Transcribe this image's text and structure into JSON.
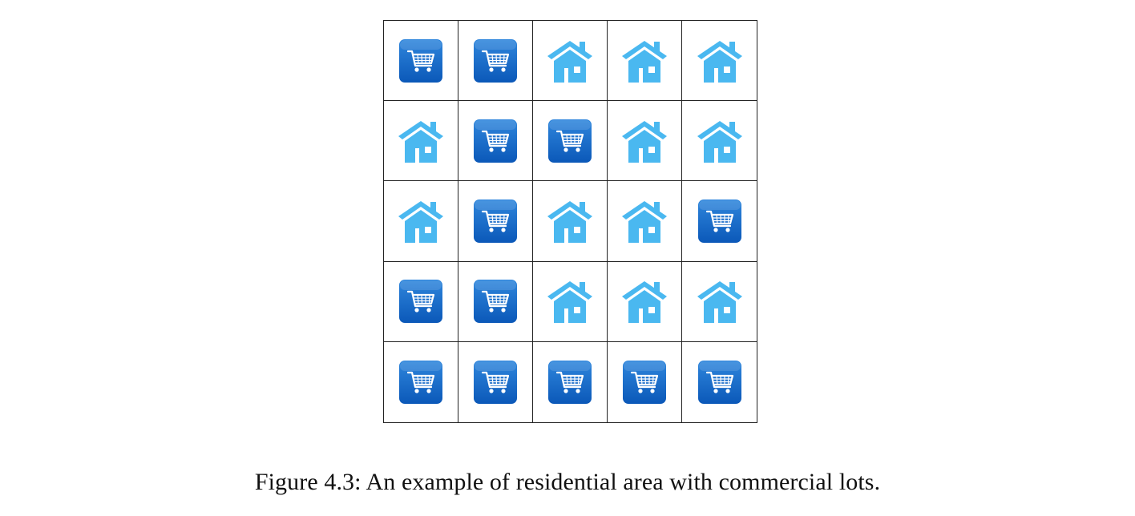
{
  "grid": {
    "rows": [
      [
        "commercial",
        "commercial",
        "residential",
        "residential",
        "residential"
      ],
      [
        "residential",
        "commercial",
        "commercial",
        "residential",
        "residential"
      ],
      [
        "residential",
        "commercial",
        "residential",
        "residential",
        "commercial"
      ],
      [
        "commercial",
        "commercial",
        "residential",
        "residential",
        "residential"
      ],
      [
        "commercial",
        "commercial",
        "commercial",
        "commercial",
        "commercial"
      ]
    ],
    "icon_names": {
      "commercial": "shopping-cart-icon",
      "residential": "house-icon"
    }
  },
  "colors": {
    "cart_bg_top": "#2f86dc",
    "cart_bg_bottom": "#0b58b8",
    "cart_glyph": "#ffffff",
    "house": "#4ab8f0",
    "grid_line": "#222222"
  },
  "caption": "Figure 4.3: An example of residential area with commercial lots."
}
